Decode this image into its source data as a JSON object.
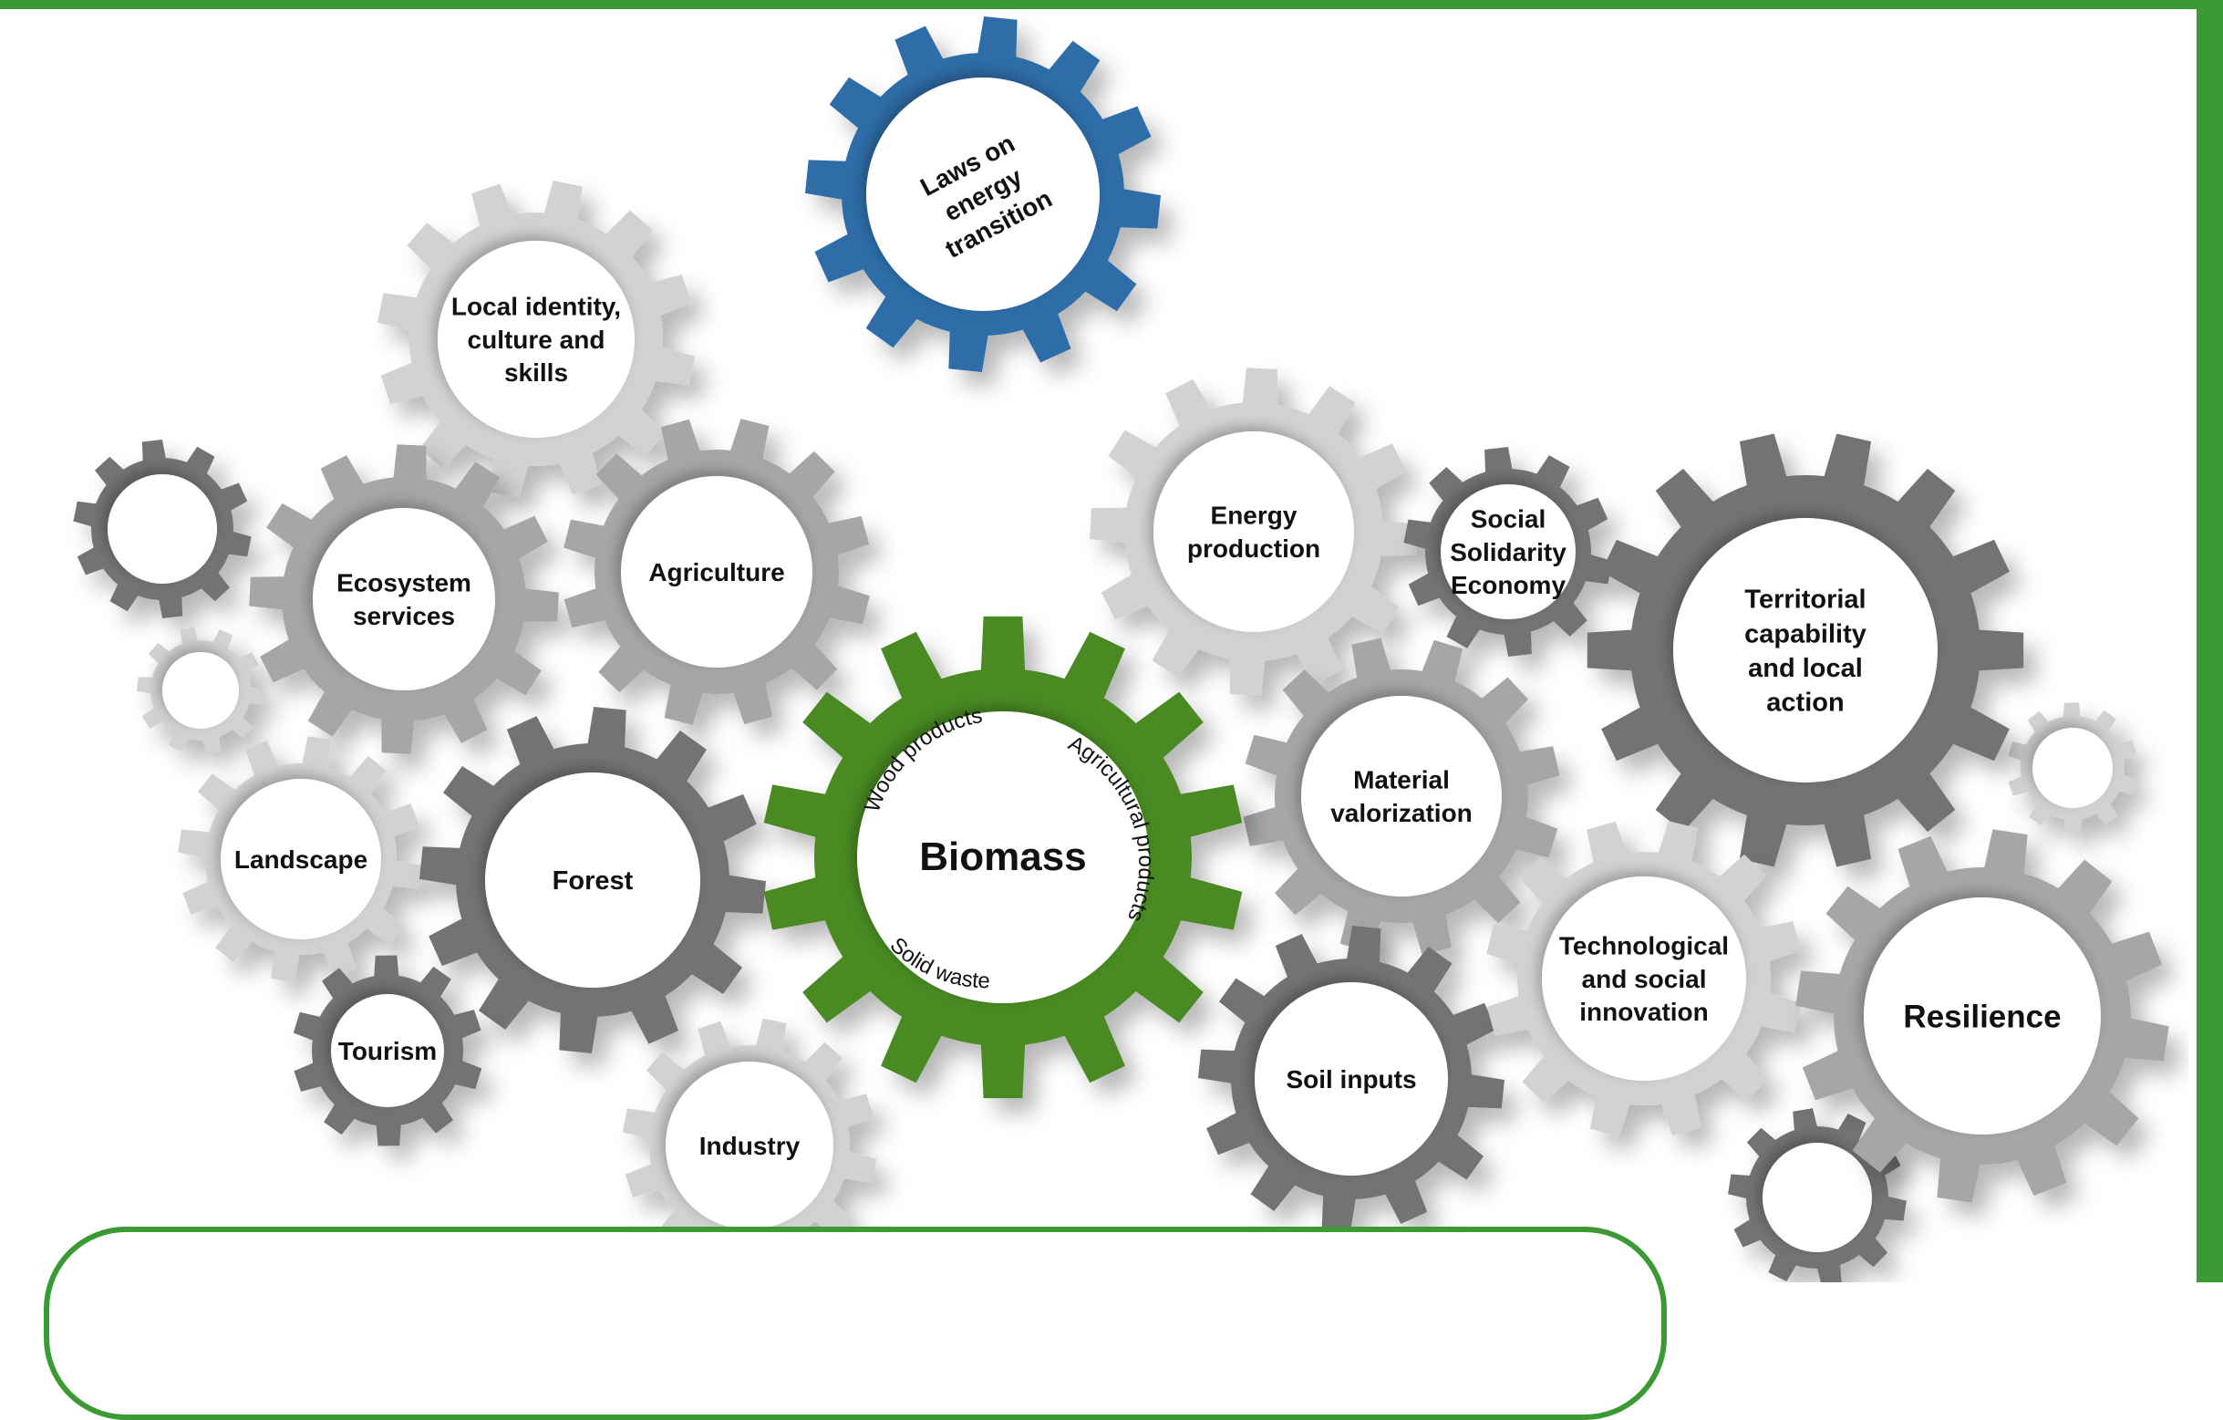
{
  "colors": {
    "frame": "#3c9a35",
    "central_gear": "#4a8a22",
    "policy_gear": "#2e6da8",
    "gear_light": "#d2d2d2",
    "gear_mid": "#a6a6a6",
    "gear_dark": "#737373"
  },
  "central": {
    "title": "Biomass",
    "ring_labels": {
      "wood": "Wood products",
      "agri": "Agricultural products",
      "waste": "Solid waste"
    }
  },
  "gears": [
    {
      "id": "laws",
      "lines": [
        "Laws on",
        "energy",
        "transition"
      ],
      "shade": "blue",
      "rotated": true
    },
    {
      "id": "identity",
      "lines": [
        "Local identity,",
        "culture and",
        "skills"
      ],
      "shade": "light"
    },
    {
      "id": "ecosystem",
      "lines": [
        "Ecosystem",
        "services"
      ],
      "shade": "mid"
    },
    {
      "id": "agriculture",
      "lines": [
        "Agriculture"
      ],
      "shade": "mid"
    },
    {
      "id": "landscape",
      "lines": [
        "Landscape"
      ],
      "shade": "light"
    },
    {
      "id": "forest",
      "lines": [
        "Forest"
      ],
      "shade": "dark"
    },
    {
      "id": "tourism",
      "lines": [
        "Tourism"
      ],
      "shade": "dark"
    },
    {
      "id": "industry",
      "lines": [
        "Industry"
      ],
      "shade": "light"
    },
    {
      "id": "energy",
      "lines": [
        "Energy",
        "production"
      ],
      "shade": "light"
    },
    {
      "id": "sse",
      "lines": [
        "Social",
        "Solidarity",
        "Economy"
      ],
      "shade": "dark"
    },
    {
      "id": "territorial",
      "lines": [
        "Territorial",
        "capability",
        "and local",
        "action"
      ],
      "shade": "dark"
    },
    {
      "id": "material",
      "lines": [
        "Material",
        "valorization"
      ],
      "shade": "mid"
    },
    {
      "id": "soil",
      "lines": [
        "Soil inputs"
      ],
      "shade": "dark"
    },
    {
      "id": "innovation",
      "lines": [
        "Technological",
        "and social",
        "innovation"
      ],
      "shade": "light"
    },
    {
      "id": "resilience",
      "lines": [
        "Resilience"
      ],
      "shade": "mid"
    }
  ]
}
